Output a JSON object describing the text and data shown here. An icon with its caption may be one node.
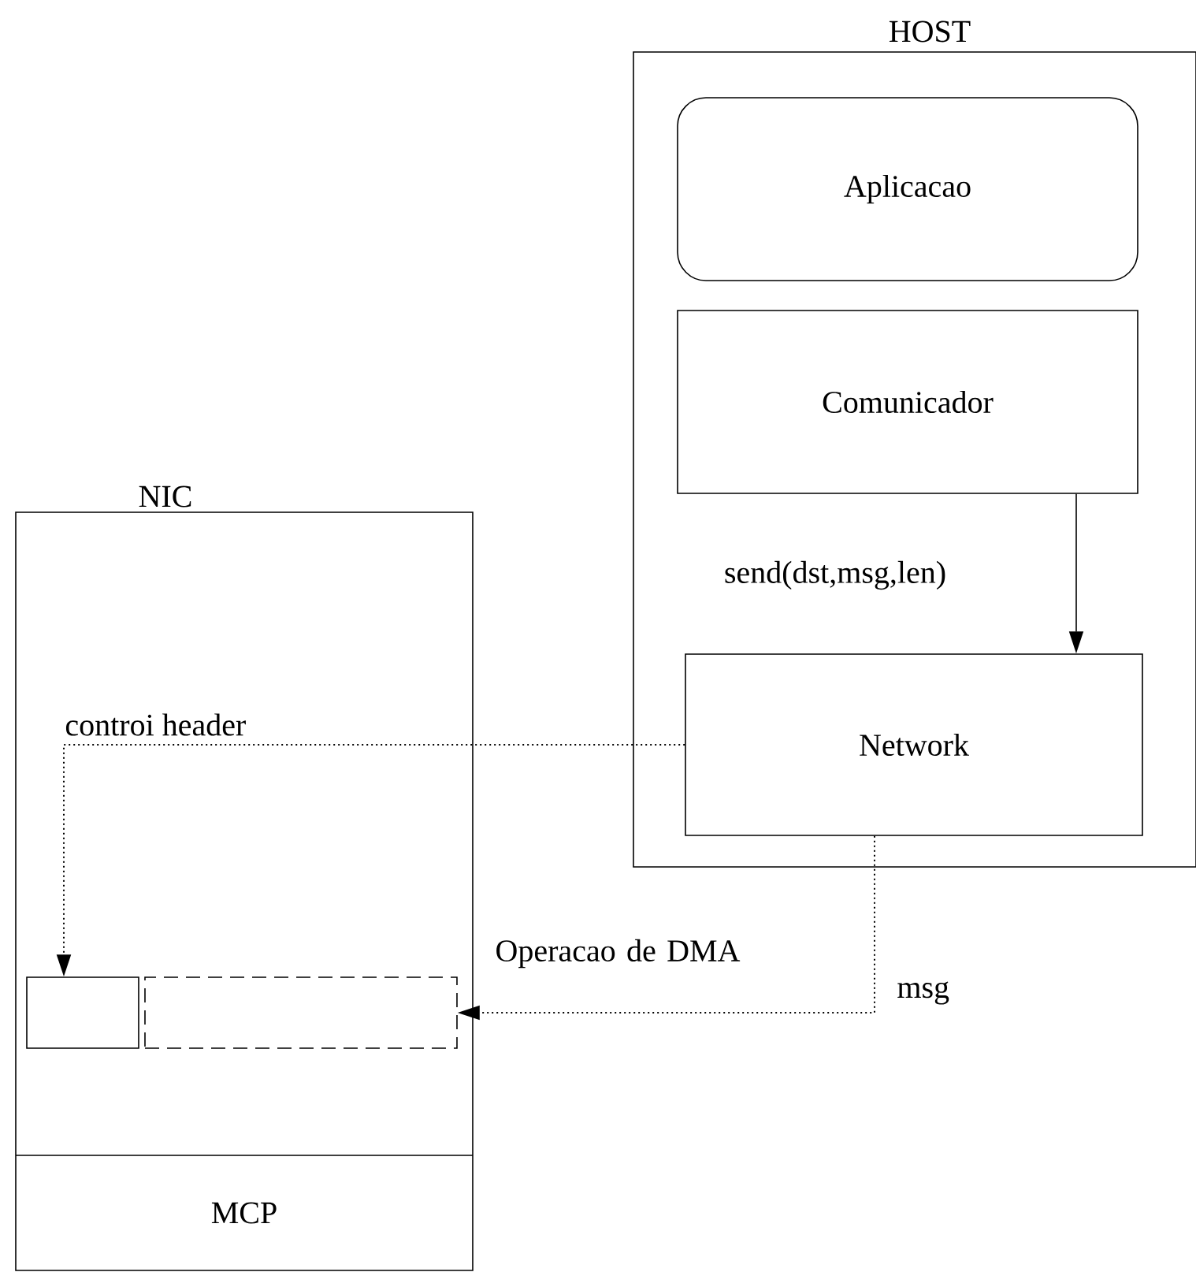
{
  "diagram": {
    "nodes": [
      {
        "text": [
          "HOST"
        ]
      },
      {
        "text": [
          "Aplicacao"
        ],
        "in": 0
      },
      {
        "text": [
          "Comunicador"
        ],
        "in": 0
      },
      {
        "text": [
          "Network"
        ],
        "in": 0
      },
      {
        "text": [
          "NIC"
        ]
      },
      {
        "text": [
          "MCP"
        ],
        "in": 4
      },
      {
        "text": [],
        "shape": "box",
        "in": 4
      },
      {
        "text": [],
        "shape": "box",
        "in": 4
      }
    ],
    "edges": [
      {
        "from": 2,
        "to": 3,
        "arrow": "to",
        "label": "send(dst,msg,len)"
      },
      {
        "from": 3,
        "to": 6,
        "arrow": "to",
        "label": "controi header",
        "style": "dashed"
      },
      {
        "from": 3,
        "to": 7,
        "arrow": "to",
        "label": "msg",
        "style": "dashed"
      }
    ],
    "labels": [
      "Operacao de DMA"
    ]
  }
}
